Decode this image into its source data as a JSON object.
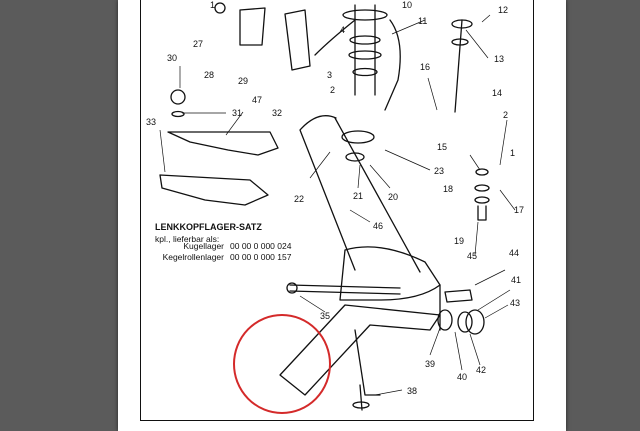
{
  "spec": {
    "title": "LENKKOPFLAGER-SATZ",
    "subtitle": "kpl., lieferbar als:",
    "rows": [
      {
        "label": "Kugellager",
        "number": "00 00 0 000 024"
      },
      {
        "label": "Kegelrollenlager",
        "number": "00 00 0 000 157"
      }
    ]
  },
  "callouts": [
    "1",
    "2",
    "3",
    "4",
    "10",
    "11",
    "12",
    "13",
    "14",
    "16",
    "27",
    "28",
    "29",
    "47",
    "30",
    "31",
    "32",
    "33",
    "2",
    "1",
    "15",
    "18",
    "17",
    "23",
    "21",
    "20",
    "22",
    "46",
    "19",
    "45",
    "44",
    "41",
    "43",
    "35",
    "39",
    "40",
    "42",
    "38"
  ],
  "highlight_color": "#d42a2a"
}
